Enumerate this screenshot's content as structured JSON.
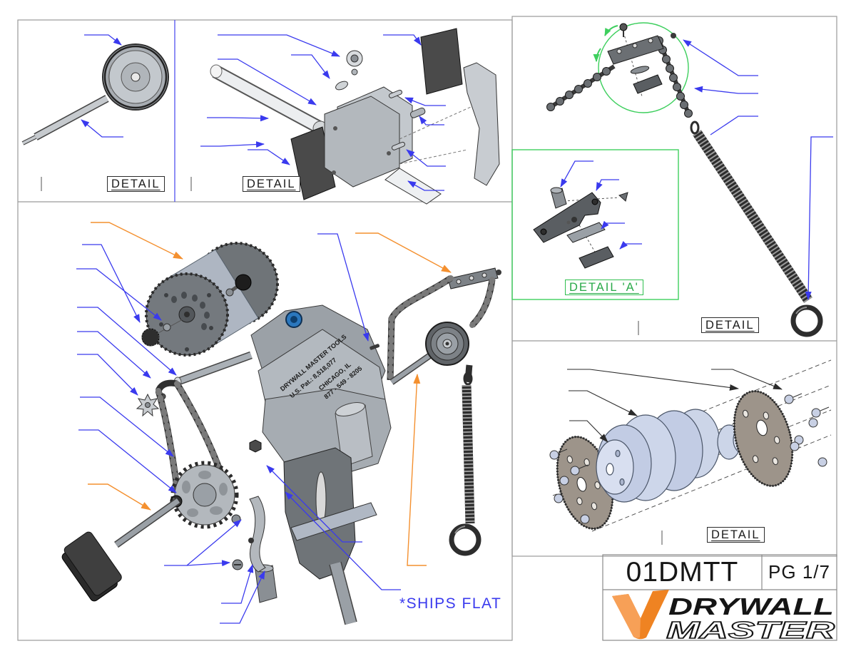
{
  "drawing": {
    "labels": {
      "top_left_detail": "DETAIL",
      "top_middle_detail": "DETAIL",
      "top_right_detail": "DETAIL",
      "detail_a": "DETAIL 'A'",
      "bottom_right_detail": "DETAIL",
      "ships_note": "*SHIPS FLAT"
    },
    "machine_markings": {
      "brand": "DRYWALL MASTER TOOLS",
      "patent": "U.S. Pat.: 8,518,077",
      "city": "CHICAGO, IL",
      "phone": "877 - 549 - 8205"
    }
  },
  "title_block": {
    "part_number": "01DMTT",
    "page_indicator": "PG 1/7",
    "brand_word_top": "DRYWALL",
    "brand_word_bottom": "MASTER"
  },
  "colors": {
    "leader_blue": "#3a3aee",
    "leader_orange": "#f4902f",
    "accent_green": "#3ecf5e",
    "logo_orange": "#ef8322",
    "ink": "#1d1d1d"
  }
}
